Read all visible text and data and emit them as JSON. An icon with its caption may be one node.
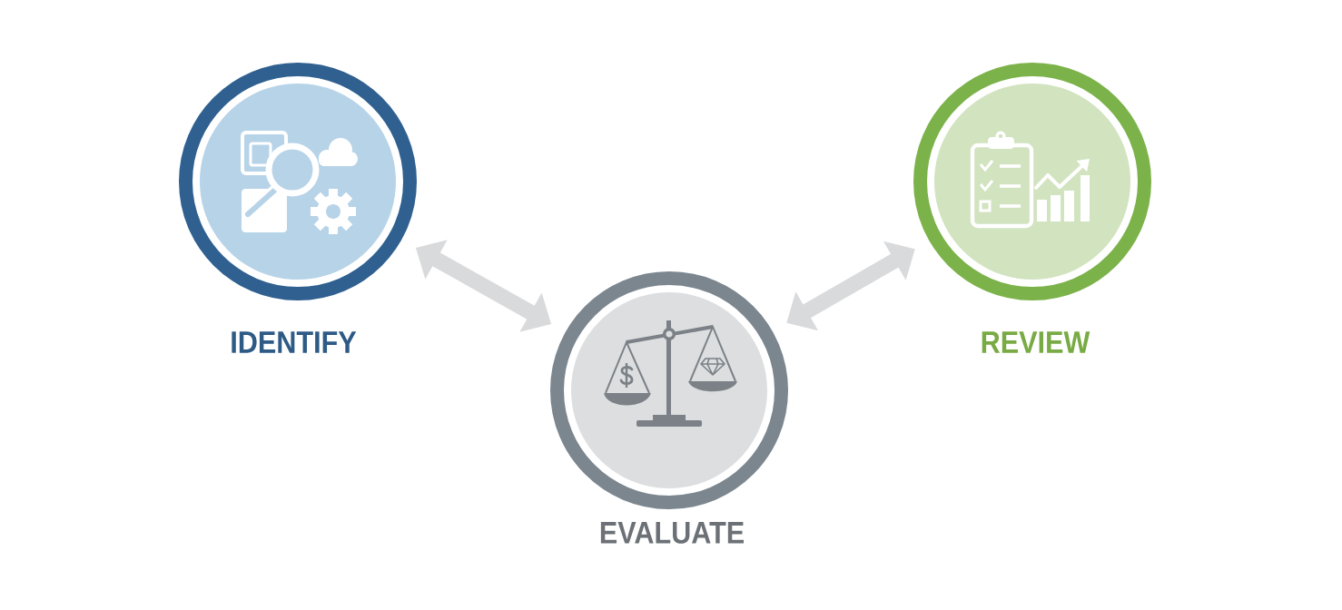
{
  "diagram": {
    "nodes": [
      {
        "text": [
          "IDENTIFY"
        ]
      },
      {
        "text": [
          "EVALUATE"
        ]
      },
      {
        "text": [
          "REVIEW"
        ]
      }
    ],
    "edges": [
      {
        "from": 0,
        "to": 1,
        "arrow": "both"
      },
      {
        "from": 1,
        "to": 2,
        "arrow": "both"
      }
    ]
  }
}
